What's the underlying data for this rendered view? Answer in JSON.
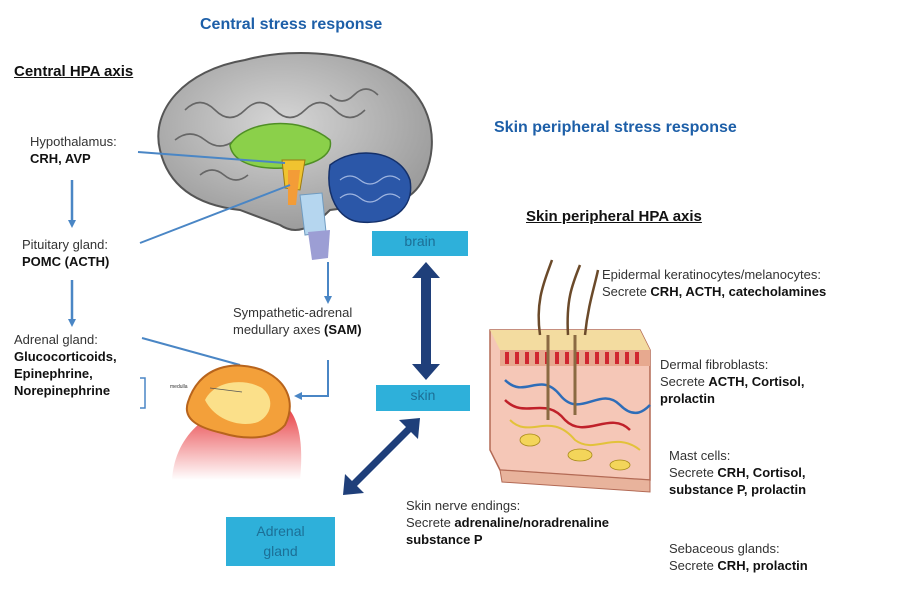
{
  "titles": {
    "central": "Central stress response",
    "peripheral": "Skin peripheral stress response"
  },
  "headings": {
    "central_hpa": "Central HPA axis",
    "skin_hpa": "Skin peripheral HPA axis"
  },
  "central_axis": {
    "hypothalamus": {
      "name": "Hypothalamus:",
      "hormones": "CRH, AVP"
    },
    "pituitary": {
      "name": "Pituitary gland:",
      "hormones": "POMC (ACTH)"
    },
    "adrenal": {
      "name": "Adrenal gland:",
      "hormones": [
        "Glucocorticoids,",
        "Epinephrine,",
        "Norepinephrine"
      ]
    },
    "sam": {
      "line1": "Sympathetic-adrenal",
      "line2": "medullary axes ",
      "bold": "(SAM)"
    },
    "adrenal_tag": "medulla"
  },
  "boxes": {
    "brain": "brain",
    "skin": "skin",
    "adrenal_line1": "Adrenal",
    "adrenal_line2": "gland"
  },
  "skin_axis": {
    "keratinocytes": {
      "name": "Epidermal keratinocytes/melanocytes:",
      "prefix": "Secrete ",
      "hormones": "CRH, ACTH, catecholamines"
    },
    "fibroblasts": {
      "name": "Dermal fibroblasts:",
      "prefix": "Secrete ",
      "hormones": "ACTH, Cortisol,",
      "hormones2": "prolactin"
    },
    "mast_cells": {
      "name": "Mast cells:",
      "prefix": "Secrete ",
      "hormones": "CRH, Cortisol,",
      "hormones2": "substance P, prolactin"
    },
    "nerve": {
      "name": "Skin nerve endings:",
      "prefix": "Secrete ",
      "hormones": "adrenaline/noradrenaline",
      "hormones2": "substance P"
    },
    "sebaceous": {
      "name": "Sebaceous glands:",
      "prefix": "Secrete ",
      "hormones": "CRH, prolactin"
    }
  },
  "colors": {
    "title_blue": "#1d5fa8",
    "box_fill": "#2eb0da",
    "box_text": "#1c6f96",
    "arrow_dark": "#1f3f7a",
    "arrow_light": "#4a86c5"
  }
}
